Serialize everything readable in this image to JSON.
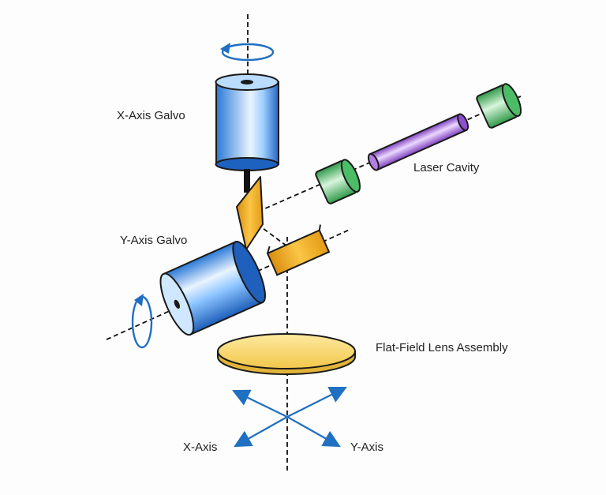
{
  "labels": {
    "x_galvo": "X-Axis Galvo",
    "y_galvo": "Y-Axis Galvo",
    "laser_cavity": "Laser Cavity",
    "lens": "Flat-Field Lens Assembly",
    "x_axis": "X-Axis",
    "y_axis": "Y-Axis"
  },
  "colors": {
    "galvo_blue": "#1e64c8",
    "mirror_orange": "#f0ae1e",
    "lens_yellow": "#f5cf50",
    "cavity_green": "#3fae5a",
    "cavity_purple": "#9a58d0",
    "arrow_blue": "#1f6fc2"
  },
  "icons": [
    "rotation-arrow-icon",
    "axis-arrows-icon"
  ]
}
